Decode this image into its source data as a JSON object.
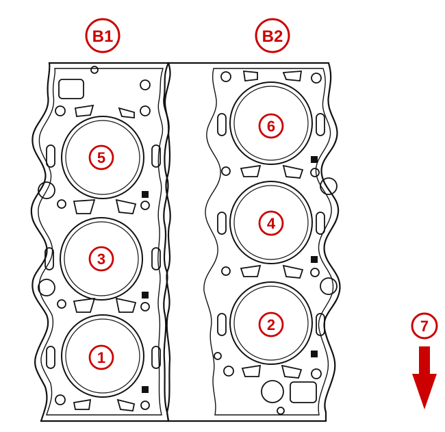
{
  "banks": [
    {
      "id": "bank-1",
      "label": "B1"
    },
    {
      "id": "bank-2",
      "label": "B2"
    }
  ],
  "cylinders": [
    {
      "id": "cyl-5",
      "label": "5",
      "bank": "B1"
    },
    {
      "id": "cyl-3",
      "label": "3",
      "bank": "B1"
    },
    {
      "id": "cyl-1",
      "label": "1",
      "bank": "B1"
    },
    {
      "id": "cyl-6",
      "label": "6",
      "bank": "B2"
    },
    {
      "id": "cyl-4",
      "label": "4",
      "bank": "B2"
    },
    {
      "id": "cyl-2",
      "label": "2",
      "bank": "B2"
    }
  ],
  "direction_marker": {
    "label": "7",
    "icon": "down-arrow-icon"
  },
  "colors": {
    "callout": "#cc0000",
    "line": "#111111",
    "background": "#ffffff"
  }
}
